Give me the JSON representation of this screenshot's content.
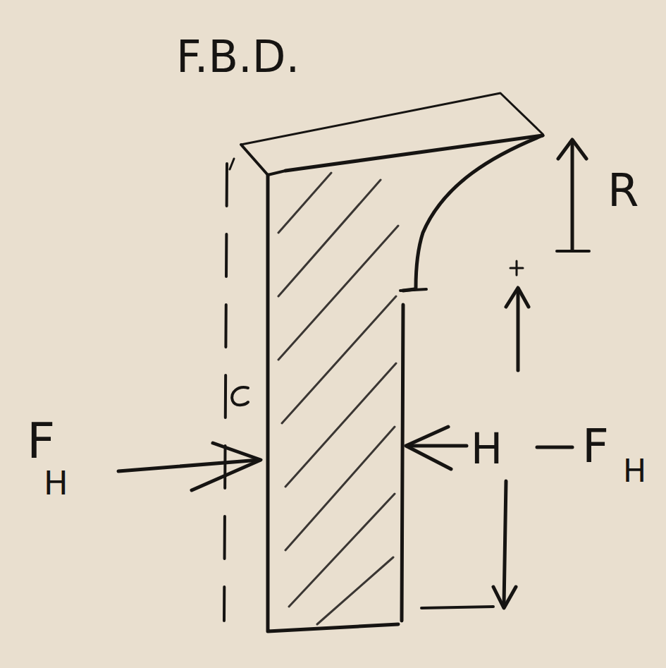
{
  "diagram": {
    "title": "F.B.D.",
    "labels": [
      "R",
      "F",
      "H",
      "H",
      "F",
      "H"
    ]
  }
}
